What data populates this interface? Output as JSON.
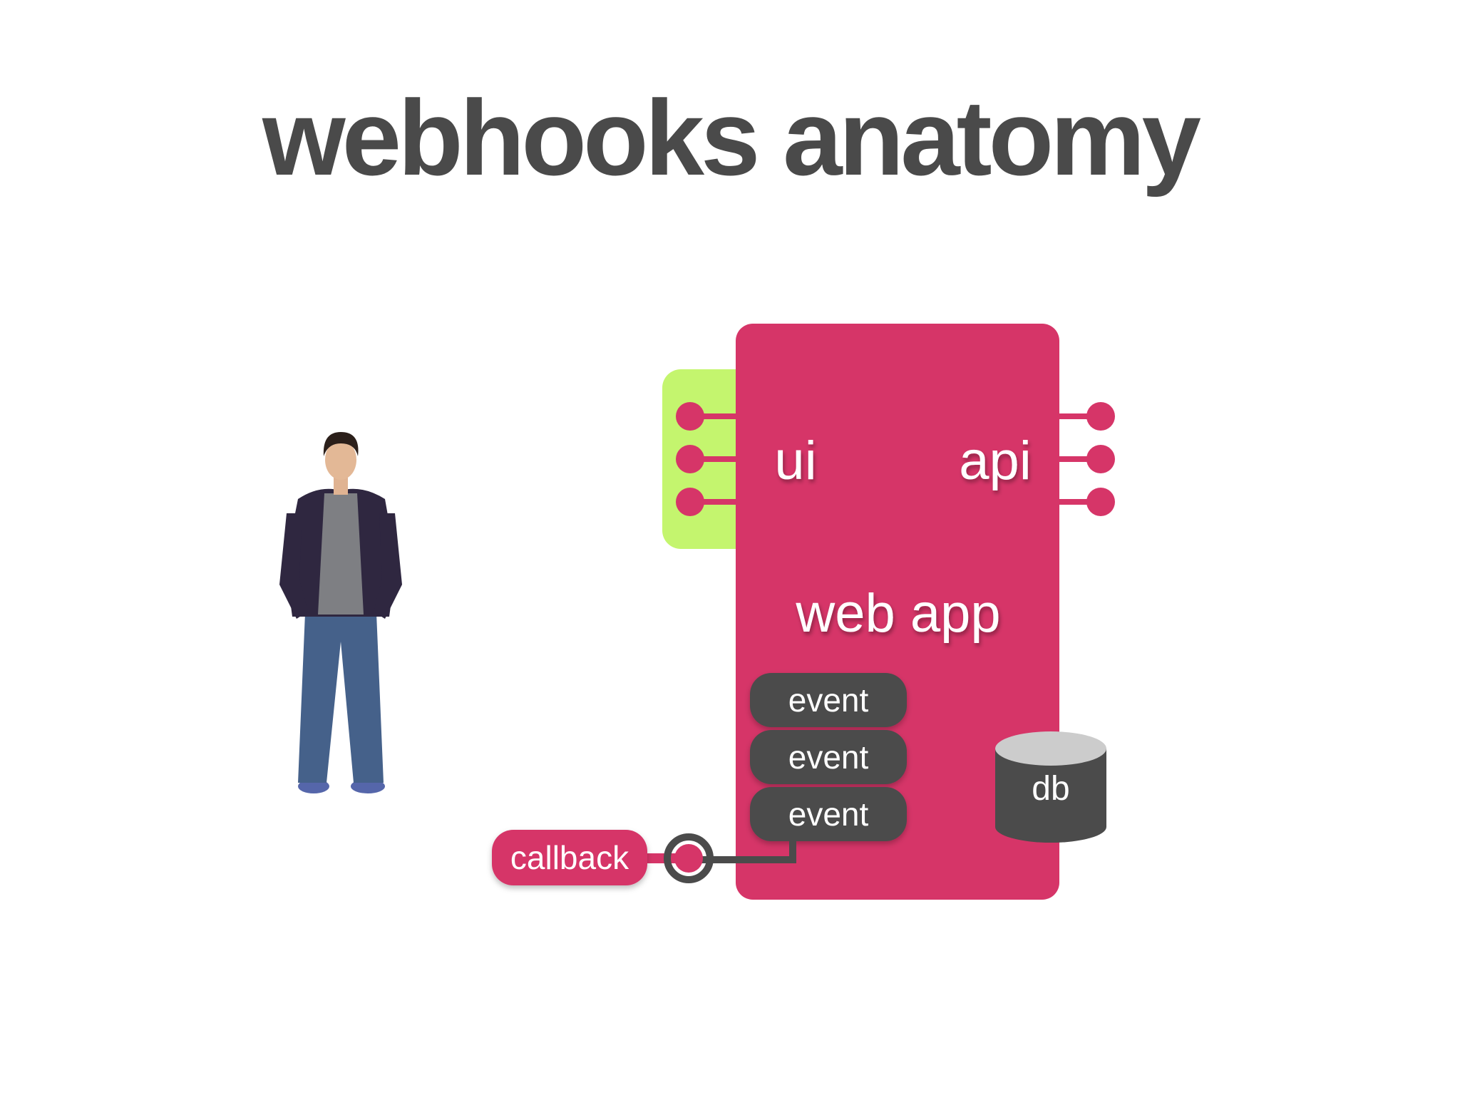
{
  "slide": {
    "title": "webhooks anatomy"
  },
  "diagram": {
    "app_label": "web app",
    "ui_label": "ui",
    "api_label": "api",
    "events": [
      "event",
      "event",
      "event"
    ],
    "db_label": "db",
    "callback_label": "callback"
  },
  "colors": {
    "app": "#d63568",
    "ui_panel": "#c4f56e",
    "event": "#4b4b4b",
    "db": "#4b4b4b",
    "db_top": "#cccccc",
    "callback": "#d63568",
    "title": "#4a4a4a"
  }
}
